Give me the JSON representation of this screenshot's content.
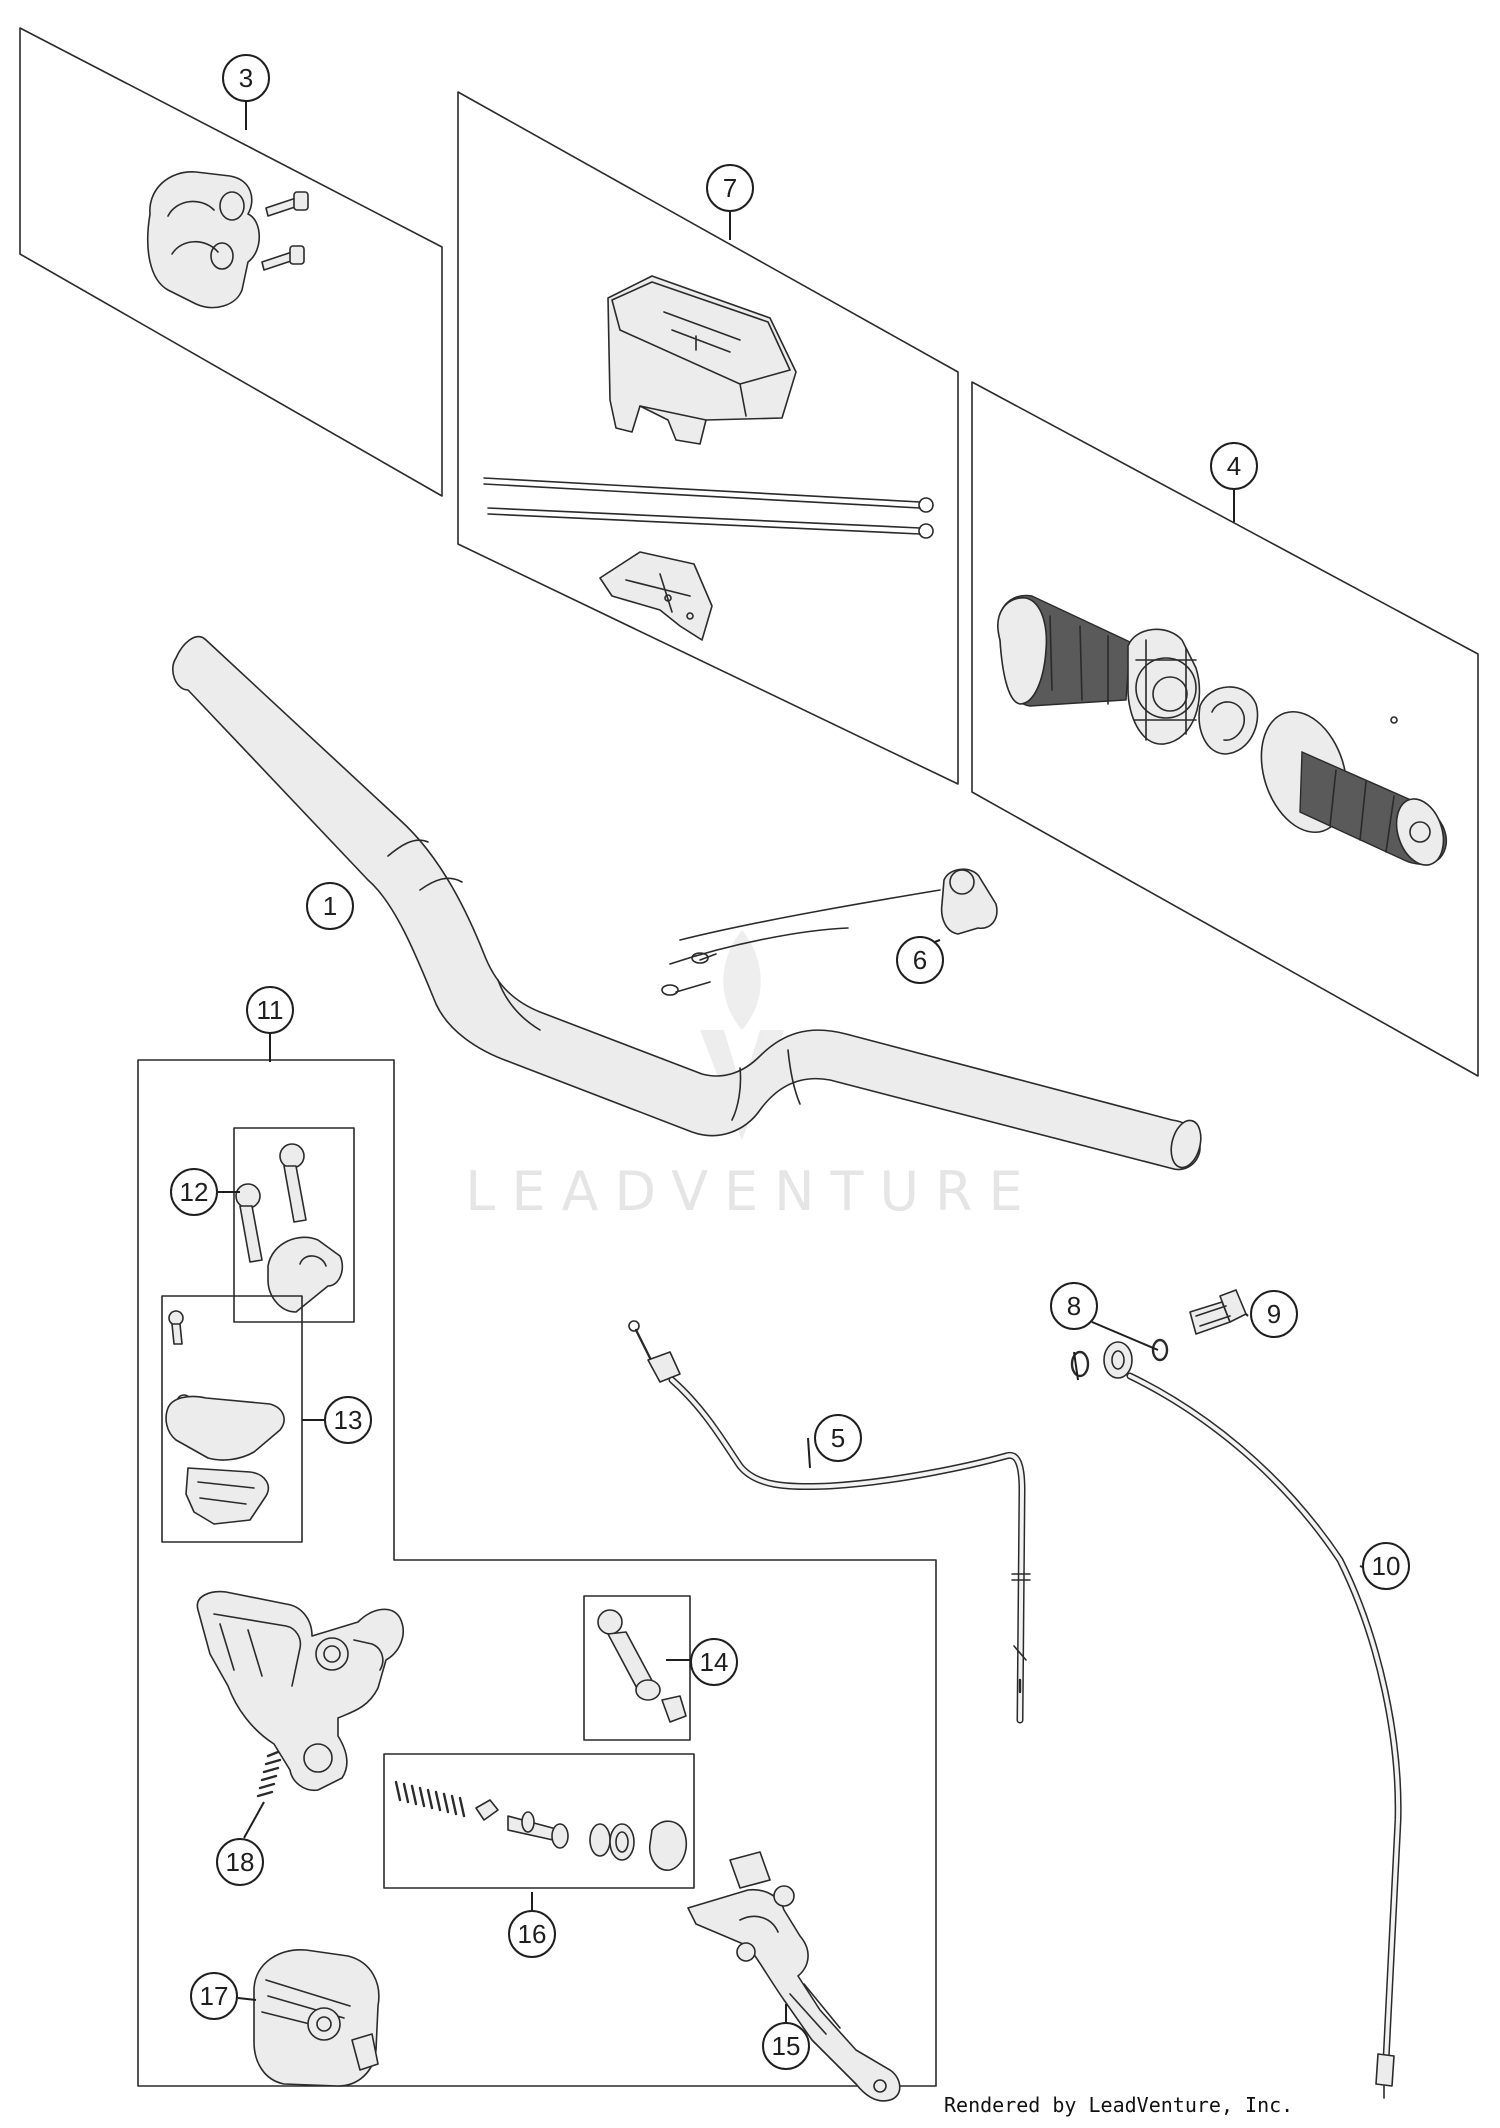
{
  "watermark": {
    "brand": "LEADVENTURE"
  },
  "credit": "Rendered by LeadVenture, Inc.",
  "callouts": [
    "1",
    "3",
    "4",
    "5",
    "6",
    "7",
    "8",
    "9",
    "10",
    "11",
    "12",
    "13",
    "14",
    "15",
    "16",
    "17",
    "18"
  ]
}
